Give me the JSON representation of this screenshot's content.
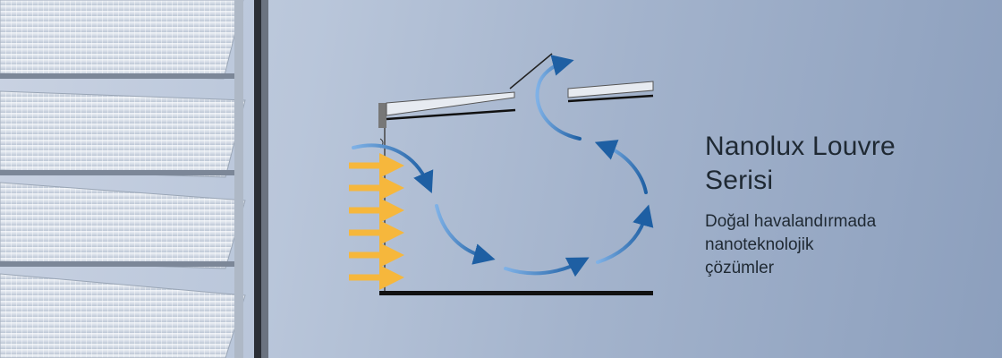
{
  "heading": {
    "line1": "Nanolux Louvre",
    "line2": "Serisi"
  },
  "subheading": {
    "line1": "Doğal havalandırmada",
    "line2": "nanoteknolojik",
    "line3": "çözümler"
  },
  "colors": {
    "background_light": "#c9d2e2",
    "background_dark": "#8c9fbd",
    "airflow_arrow": "#1e5fa3",
    "incoming_air_arrow": "#f6b73c",
    "text": "#1f2933"
  },
  "icons": [
    "louvre-window-photo",
    "ventilation-diagram",
    "airflow-arrow",
    "incoming-air-arrow"
  ]
}
